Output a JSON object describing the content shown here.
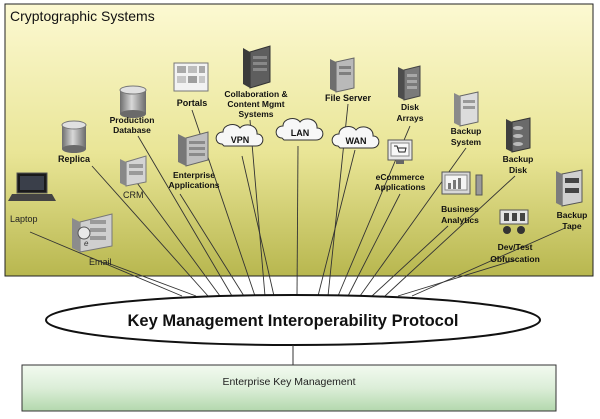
{
  "panel": {
    "title": "Cryptographic Systems"
  },
  "protocol": {
    "label": "Key Management Interoperability Protocol"
  },
  "ekm": {
    "label": "Enterprise Key Management"
  },
  "nodes": {
    "laptop": "Laptop",
    "email": "Email",
    "replica": "Replica",
    "crm": "CRM",
    "production_database": [
      "Production",
      "Database"
    ],
    "enterprise_applications": [
      "Enterprise",
      "Applications"
    ],
    "portals": "Portals",
    "collaboration": [
      "Collaboration &",
      "Content Mgmt",
      "Systems"
    ],
    "vpn": "VPN",
    "lan": "LAN",
    "wan": "WAN",
    "file_server": "File Server",
    "disk_arrays": [
      "Disk",
      "Arrays"
    ],
    "ecommerce_applications": [
      "eCommerce",
      "Applications"
    ],
    "backup_system": [
      "Backup",
      "System"
    ],
    "business_analytics": [
      "Business",
      "Analytics"
    ],
    "backup_disk": [
      "Backup",
      "Disk"
    ],
    "devtest_obfuscation": [
      "Dev/Test",
      "Obfuscation"
    ],
    "backup_tape": [
      "Backup",
      "Tape"
    ]
  },
  "colors": {
    "panel_top": "#fbf7c4",
    "panel_bottom": "#bdbd57",
    "ekm_top": "#eef8ec",
    "ekm_bottom": "#b9dcb3"
  }
}
